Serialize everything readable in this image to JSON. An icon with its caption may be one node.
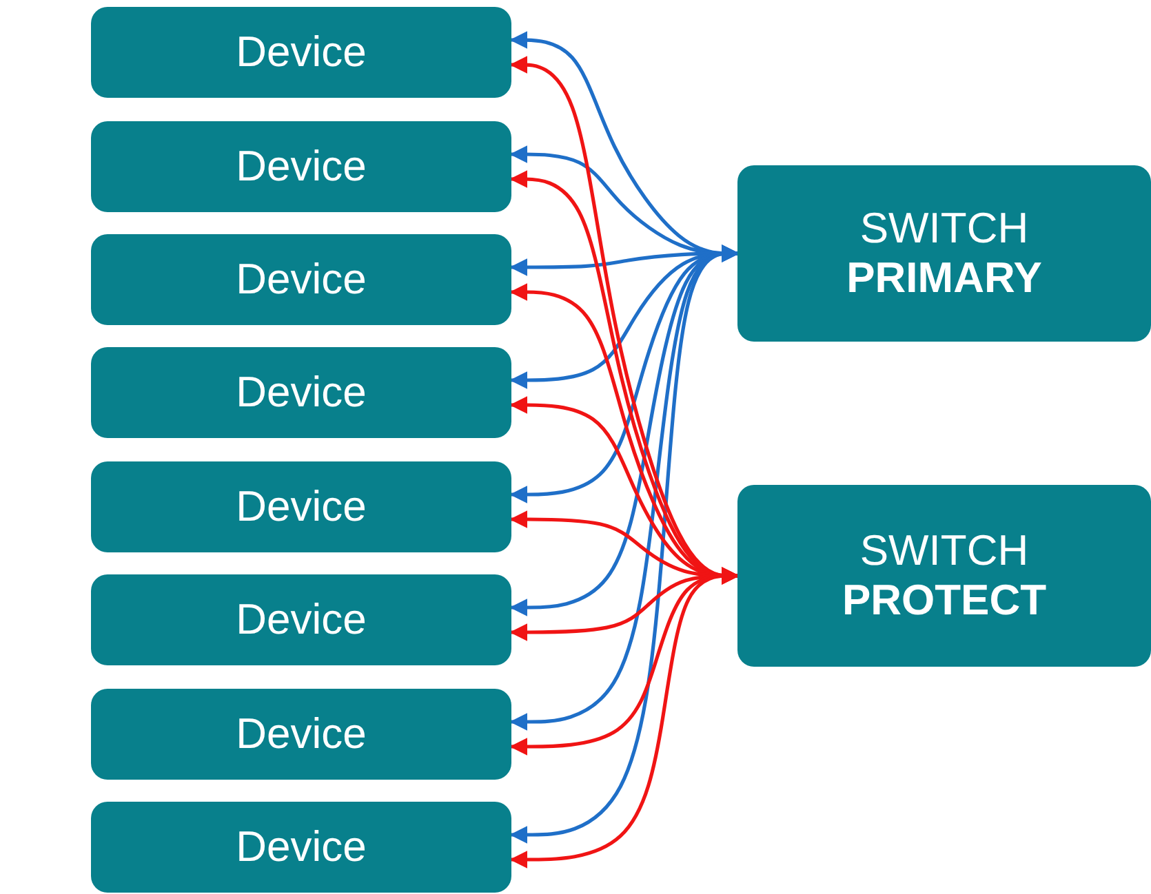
{
  "diagram": {
    "nodes": [
      {
        "text": [
          "Device"
        ]
      },
      {
        "text": [
          "Device"
        ]
      },
      {
        "text": [
          "Device"
        ]
      },
      {
        "text": [
          "Device"
        ]
      },
      {
        "text": [
          "Device"
        ]
      },
      {
        "text": [
          "Device"
        ]
      },
      {
        "text": [
          "Device"
        ]
      },
      {
        "text": [
          "Device"
        ]
      },
      {
        "text": [
          "SWITCH",
          "PRIMARY"
        ]
      },
      {
        "text": [
          "SWITCH",
          "PROTECT"
        ]
      }
    ],
    "edges": [
      {
        "from": 0,
        "to": 8,
        "arrow": "both",
        "color": "#1f6fc8"
      },
      {
        "from": 1,
        "to": 8,
        "arrow": "both",
        "color": "#1f6fc8"
      },
      {
        "from": 2,
        "to": 8,
        "arrow": "both",
        "color": "#1f6fc8"
      },
      {
        "from": 3,
        "to": 8,
        "arrow": "both",
        "color": "#1f6fc8"
      },
      {
        "from": 4,
        "to": 8,
        "arrow": "both",
        "color": "#1f6fc8"
      },
      {
        "from": 5,
        "to": 8,
        "arrow": "both",
        "color": "#1f6fc8"
      },
      {
        "from": 6,
        "to": 8,
        "arrow": "both",
        "color": "#1f6fc8"
      },
      {
        "from": 7,
        "to": 8,
        "arrow": "both",
        "color": "#1f6fc8"
      },
      {
        "from": 0,
        "to": 9,
        "arrow": "both",
        "color": "#f01414"
      },
      {
        "from": 1,
        "to": 9,
        "arrow": "both",
        "color": "#f01414"
      },
      {
        "from": 2,
        "to": 9,
        "arrow": "both",
        "color": "#f01414"
      },
      {
        "from": 3,
        "to": 9,
        "arrow": "both",
        "color": "#f01414"
      },
      {
        "from": 4,
        "to": 9,
        "arrow": "both",
        "color": "#f01414"
      },
      {
        "from": 5,
        "to": 9,
        "arrow": "both",
        "color": "#f01414"
      },
      {
        "from": 6,
        "to": 9,
        "arrow": "both",
        "color": "#f01414"
      },
      {
        "from": 7,
        "to": 9,
        "arrow": "both",
        "color": "#f01414"
      }
    ]
  }
}
